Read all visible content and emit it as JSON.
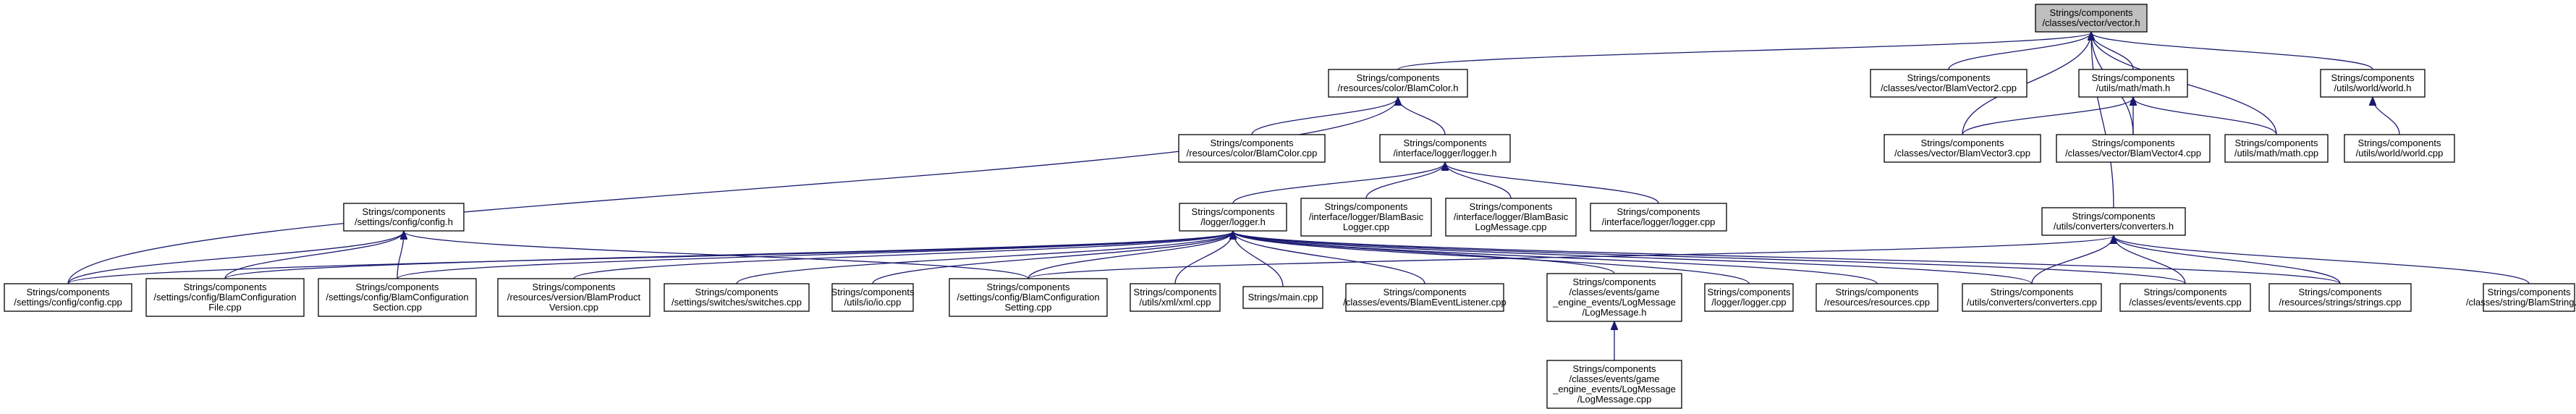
{
  "nodes": [
    {
      "id": "vector_h",
      "lines": [
        "Strings/components",
        "/classes/vector/vector.h"
      ],
      "root": true,
      "interactable": false
    },
    {
      "id": "blamcolor_h",
      "lines": [
        "Strings/components",
        "/resources/color/BlamColor.h"
      ]
    },
    {
      "id": "blamvector2_cpp",
      "lines": [
        "Strings/components",
        "/classes/vector/BlamVector2.cpp"
      ]
    },
    {
      "id": "math_h",
      "lines": [
        "Strings/components",
        "/utils/math/math.h"
      ]
    },
    {
      "id": "world_h",
      "lines": [
        "Strings/components",
        "/utils/world/world.h"
      ]
    },
    {
      "id": "blamcolor_cpp",
      "lines": [
        "Strings/components",
        "/resources/color/BlamColor.cpp"
      ]
    },
    {
      "id": "logger_h_interface",
      "lines": [
        "Strings/components",
        "/interface/logger/logger.h"
      ]
    },
    {
      "id": "blamvector3_cpp",
      "lines": [
        "Strings/components",
        "/classes/vector/BlamVector3.cpp"
      ]
    },
    {
      "id": "blamvector4_cpp",
      "lines": [
        "Strings/components",
        "/classes/vector/BlamVector4.cpp"
      ]
    },
    {
      "id": "math_cpp",
      "lines": [
        "Strings/components",
        "/utils/math/math.cpp"
      ]
    },
    {
      "id": "world_cpp",
      "lines": [
        "Strings/components",
        "/utils/world/world.cpp"
      ]
    },
    {
      "id": "config_h",
      "lines": [
        "Strings/components",
        "/settings/config/config.h"
      ]
    },
    {
      "id": "logger_h",
      "lines": [
        "Strings/components",
        "/logger/logger.h"
      ]
    },
    {
      "id": "blambasiclogger_cpp",
      "lines": [
        "Strings/components",
        "/interface/logger/BlamBasic",
        "Logger.cpp"
      ]
    },
    {
      "id": "blambasiclogmessage_cpp",
      "lines": [
        "Strings/components",
        "/interface/logger/BlamBasic",
        "LogMessage.cpp"
      ]
    },
    {
      "id": "interface_logger_cpp",
      "lines": [
        "Strings/components",
        "/interface/logger/logger.cpp"
      ]
    },
    {
      "id": "converters_h",
      "lines": [
        "Strings/components",
        "/utils/converters/converters.h"
      ]
    },
    {
      "id": "config_cpp",
      "lines": [
        "Strings/components",
        "/settings/config/config.cpp"
      ]
    },
    {
      "id": "blamconfigurationfile_cpp",
      "lines": [
        "Strings/components",
        "/settings/config/BlamConfiguration",
        "File.cpp"
      ]
    },
    {
      "id": "blamconfigurationsection_cpp",
      "lines": [
        "Strings/components",
        "/settings/config/BlamConfiguration",
        "Section.cpp"
      ]
    },
    {
      "id": "blamproductversion_cpp",
      "lines": [
        "Strings/components",
        "/resources/version/BlamProduct",
        "Version.cpp"
      ]
    },
    {
      "id": "switches_cpp",
      "lines": [
        "Strings/components",
        "/settings/switches/switches.cpp"
      ]
    },
    {
      "id": "io_cpp",
      "lines": [
        "Strings/components",
        "/utils/io/io.cpp"
      ]
    },
    {
      "id": "blamconfigurationsetting_cpp",
      "lines": [
        "Strings/components",
        "/settings/config/BlamConfiguration",
        "Setting.cpp"
      ]
    },
    {
      "id": "xml_cpp",
      "lines": [
        "Strings/components",
        "/utils/xml/xml.cpp"
      ]
    },
    {
      "id": "main_cpp",
      "lines": [
        "Strings/main.cpp"
      ]
    },
    {
      "id": "blameventlistener_cpp",
      "lines": [
        "Strings/components",
        "/classes/events/BlamEventListener.cpp"
      ]
    },
    {
      "id": "logmessage_h",
      "lines": [
        "Strings/components",
        "/classes/events/game",
        "_engine_events/LogMessage",
        "/LogMessage.h"
      ]
    },
    {
      "id": "logger_cpp",
      "lines": [
        "Strings/components",
        "/logger/logger.cpp"
      ]
    },
    {
      "id": "resources_cpp",
      "lines": [
        "Strings/components",
        "/resources/resources.cpp"
      ]
    },
    {
      "id": "converters_cpp",
      "lines": [
        "Strings/components",
        "/utils/converters/converters.cpp"
      ]
    },
    {
      "id": "events_cpp",
      "lines": [
        "Strings/components",
        "/classes/events/events.cpp"
      ]
    },
    {
      "id": "strings_cpp",
      "lines": [
        "Strings/components",
        "/resources/strings/strings.cpp"
      ]
    },
    {
      "id": "blamstring_cpp",
      "lines": [
        "Strings/components",
        "/classes/string/BlamString.cpp"
      ]
    },
    {
      "id": "logmessage_cpp",
      "lines": [
        "Strings/components",
        "/classes/events/game",
        "_engine_events/LogMessage",
        "/LogMessage.cpp"
      ]
    }
  ],
  "edges": [
    [
      "blamcolor_h",
      "vector_h"
    ],
    [
      "blamvector2_cpp",
      "vector_h"
    ],
    [
      "math_h",
      "vector_h"
    ],
    [
      "world_h",
      "vector_h"
    ],
    [
      "blamvector3_cpp",
      "vector_h"
    ],
    [
      "blamvector4_cpp",
      "vector_h"
    ],
    [
      "math_cpp",
      "vector_h"
    ],
    [
      "converters_h",
      "vector_h"
    ],
    [
      "blamcolor_cpp",
      "blamcolor_h"
    ],
    [
      "logger_h_interface",
      "blamcolor_h"
    ],
    [
      "config_cpp",
      "blamcolor_h"
    ],
    [
      "blamvector3_cpp",
      "math_h"
    ],
    [
      "blamvector4_cpp",
      "math_h"
    ],
    [
      "math_cpp",
      "math_h"
    ],
    [
      "world_cpp",
      "world_h"
    ],
    [
      "logger_h",
      "logger_h_interface"
    ],
    [
      "blambasiclogger_cpp",
      "logger_h_interface"
    ],
    [
      "blambasiclogmessage_cpp",
      "logger_h_interface"
    ],
    [
      "interface_logger_cpp",
      "logger_h_interface"
    ],
    [
      "config_cpp",
      "config_h"
    ],
    [
      "blamconfigurationfile_cpp",
      "config_h"
    ],
    [
      "blamconfigurationsection_cpp",
      "config_h"
    ],
    [
      "blamconfigurationsetting_cpp",
      "config_h"
    ],
    [
      "config_cpp",
      "logger_h"
    ],
    [
      "blamconfigurationfile_cpp",
      "logger_h"
    ],
    [
      "blamconfigurationsection_cpp",
      "logger_h"
    ],
    [
      "blamproductversion_cpp",
      "logger_h"
    ],
    [
      "switches_cpp",
      "logger_h"
    ],
    [
      "io_cpp",
      "logger_h"
    ],
    [
      "blamconfigurationsetting_cpp",
      "logger_h"
    ],
    [
      "xml_cpp",
      "logger_h"
    ],
    [
      "main_cpp",
      "logger_h"
    ],
    [
      "blameventlistener_cpp",
      "logger_h"
    ],
    [
      "logmessage_h",
      "logger_h"
    ],
    [
      "logger_cpp",
      "logger_h"
    ],
    [
      "resources_cpp",
      "logger_h"
    ],
    [
      "converters_cpp",
      "logger_h"
    ],
    [
      "events_cpp",
      "logger_h"
    ],
    [
      "strings_cpp",
      "logger_h"
    ],
    [
      "blamconfigurationsetting_cpp",
      "converters_h"
    ],
    [
      "converters_cpp",
      "converters_h"
    ],
    [
      "events_cpp",
      "converters_h"
    ],
    [
      "strings_cpp",
      "converters_h"
    ],
    [
      "blamstring_cpp",
      "converters_h"
    ],
    [
      "logmessage_cpp",
      "logmessage_h"
    ]
  ]
}
